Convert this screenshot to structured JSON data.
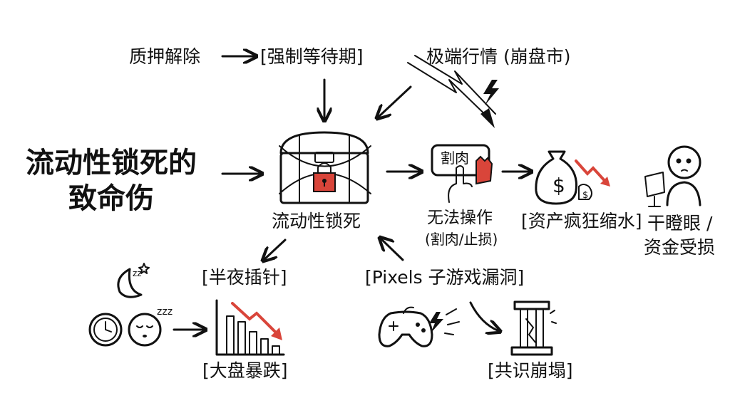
{
  "title": {
    "line1": "流动性锁死的",
    "line2": "致命伤"
  },
  "nodes": {
    "pledge_release": "质押解除",
    "forced_wait": "[强制等待期]",
    "extreme_market": "极端行情 (崩盘市)",
    "liquidity_lock": "流动性锁死",
    "cut_loss_button": "割肉",
    "cannot_operate_1": "无法操作",
    "cannot_operate_2": "(割肉/止损)",
    "asset_shrink": "[资产疯狂缩水]",
    "stare_1": "干瞪眼 /",
    "stare_2": "资金受损",
    "midnight_wick": "[半夜插针]",
    "market_crash": "[大盘暴跌]",
    "pixels_bug": "[Pixels 子游戏漏洞]",
    "consensus_collapse": "[共识崩塌]"
  },
  "colors": {
    "accent_red": "#d9453a",
    "ink": "#111111"
  }
}
